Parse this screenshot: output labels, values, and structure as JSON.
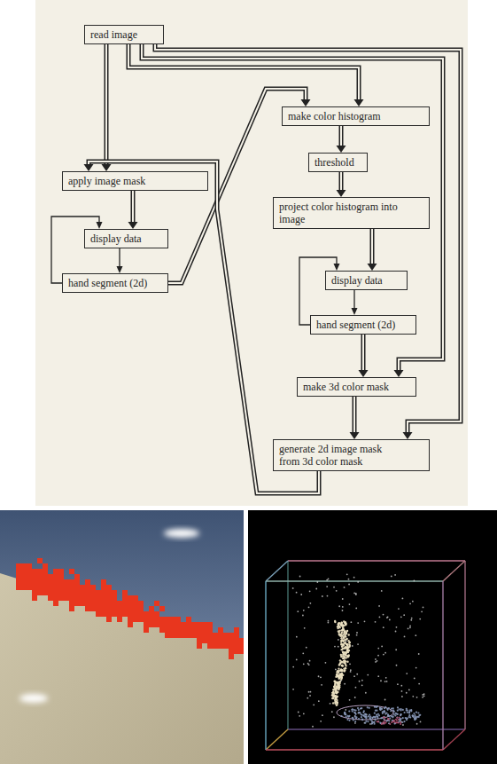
{
  "diagram": {
    "nodes": [
      {
        "text": [
          "read image"
        ]
      },
      {
        "text": [
          "apply image mask"
        ]
      },
      {
        "text": [
          "display data"
        ]
      },
      {
        "text": [
          "hand segment (2d)"
        ]
      },
      {
        "text": [
          "make color histogram"
        ]
      },
      {
        "text": [
          "threshold"
        ]
      },
      {
        "text": [
          "project color histogram into image"
        ]
      },
      {
        "text": [
          "display data"
        ]
      },
      {
        "text": [
          "hand segment (2d)"
        ]
      },
      {
        "text": [
          "make 3d color mask"
        ]
      },
      {
        "text": [
          "generate 2d image mask from 3d color mask"
        ]
      }
    ],
    "edges": [
      {
        "from": 0,
        "to": 1,
        "arrow": "to"
      },
      {
        "from": 0,
        "to": 4,
        "arrow": "to"
      },
      {
        "from": 0,
        "to": 9,
        "arrow": "to"
      },
      {
        "from": 0,
        "to": 10,
        "arrow": "to"
      },
      {
        "from": 1,
        "to": 2,
        "arrow": "to"
      },
      {
        "from": 2,
        "to": 3,
        "arrow": "to"
      },
      {
        "from": 3,
        "to": 2,
        "arrow": "to"
      },
      {
        "from": 3,
        "to": 4,
        "arrow": "to"
      },
      {
        "from": 4,
        "to": 5,
        "arrow": "to"
      },
      {
        "from": 5,
        "to": 6,
        "arrow": "to"
      },
      {
        "from": 6,
        "to": 7,
        "arrow": "to"
      },
      {
        "from": 7,
        "to": 8,
        "arrow": "to"
      },
      {
        "from": 8,
        "to": 7,
        "arrow": "to"
      },
      {
        "from": 8,
        "to": 9,
        "arrow": "to"
      },
      {
        "from": 9,
        "to": 10,
        "arrow": "to"
      },
      {
        "from": 10,
        "to": 1,
        "arrow": "to"
      }
    ]
  }
}
